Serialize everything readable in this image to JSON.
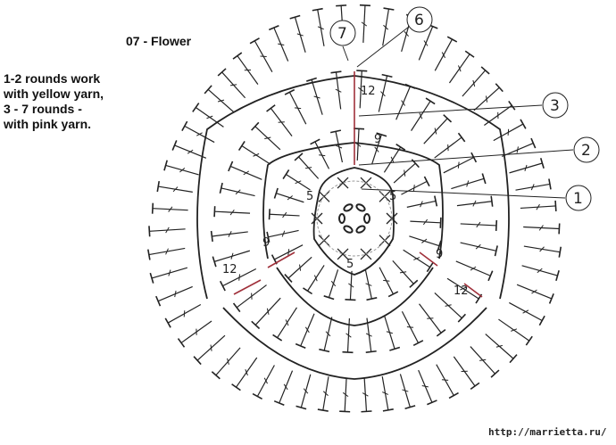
{
  "title": "07 - Flower",
  "note": [
    "1-2 rounds work",
    "with yellow yarn,",
    "3 - 7 rounds -",
    "with pink yarn."
  ],
  "watermark": "http://marrietta.ru/",
  "round_labels": {
    "r2": [
      "5",
      "5",
      "5"
    ],
    "r4": [
      "9",
      "9",
      "9"
    ],
    "r6": [
      "12",
      "12",
      "12"
    ]
  },
  "callouts": [
    "7",
    "6",
    "3",
    "2",
    "1"
  ],
  "colors": {
    "ink": "#222222",
    "accent": "#a0303a",
    "guide": "#999999"
  }
}
